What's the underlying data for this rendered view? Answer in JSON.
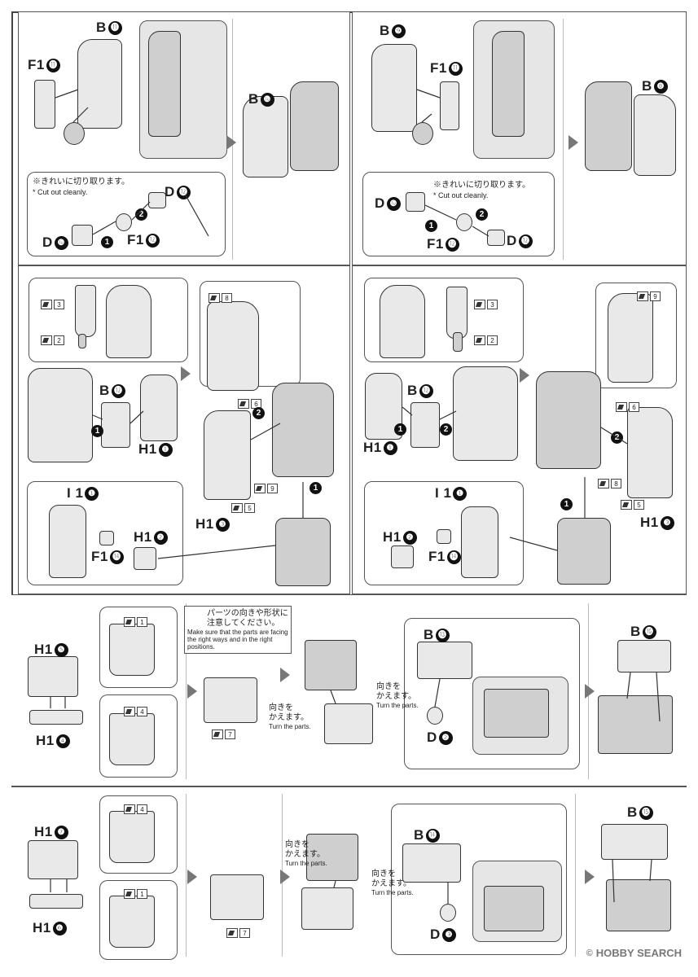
{
  "notes": {
    "cut_jp": "※きれいに切り取ります。",
    "cut_en": "* Cut out cleanly.",
    "caution_jp_1": "パーツの向きや形状に",
    "caution_jp_2": "注意してください。",
    "caution_en": "Make sure that the parts are facing the right ways and in the right positions.",
    "turn_jp": "向きを",
    "turn_jp2": "かえます。",
    "turn_en": "Turn the parts."
  },
  "labels": {
    "p1_b11": "B",
    "p1_b11n": "⓫",
    "p1_f11": "F1",
    "p1_f11n": "⓫",
    "p1_b10": "B",
    "p1_b10n": "❿",
    "p1_d12": "D",
    "p1_d12n": "⓬",
    "p1_d10": "D",
    "p1_d10n": "❿",
    "p1_f12": "F1",
    "p1_f12n": "⓬",
    "p2_b9": "B",
    "p2_b9n": "❾",
    "p2_f11": "F1",
    "p2_f11n": "⓫",
    "p2_b8": "B",
    "p2_b8n": "❽",
    "p2_d10": "D",
    "p2_d10n": "❿",
    "p2_f12": "F1",
    "p2_f12n": "⓬",
    "p2_d12": "D",
    "p2_d12n": "⓬",
    "p3_b12": "B",
    "p3_b12n": "⓬",
    "p3_h11": "H1",
    "p3_h11n": "❶",
    "p3_h13": "H1",
    "p3_h13n": "❸",
    "p3_i11": "I 1",
    "p3_i11n": "❶",
    "p3_h12": "H1",
    "p3_h12n": "❷",
    "p3_f14": "F1",
    "p3_f14n": "⓮",
    "p4_b12": "B",
    "p4_b12n": "⓬",
    "p4_h11": "H1",
    "p4_h11n": "❶",
    "p4_h13": "H1",
    "p4_h13n": "❸",
    "p4_i11": "I 1",
    "p4_i11n": "❶",
    "p4_h12": "H1",
    "p4_h12n": "❷",
    "p4_f14": "F1",
    "p4_f14n": "⓮",
    "p5_h15": "H1",
    "p5_h15n": "❺",
    "p5_h14": "H1",
    "p5_h14n": "❹",
    "p5_b13": "B",
    "p5_b13n": "⓭",
    "p5_d2": "D",
    "p5_d2n": "❷",
    "p5_b16": "B",
    "p5_b16n": "⓰",
    "p6_h17": "H1",
    "p6_h17n": "❼",
    "p6_h16": "H1",
    "p6_h16n": "❻",
    "p6_b14": "B",
    "p6_b14n": "⓮",
    "p6_d3": "D",
    "p6_d3n": "❸",
    "p6_b15": "B",
    "p6_b15n": "⓯"
  },
  "steps": {
    "one": "1",
    "two": "2"
  },
  "stickers": {
    "p3_a": "3",
    "p3_b": "2",
    "p3_c": "8",
    "p3_d": "6",
    "p3_e": "9",
    "p3_f": "5",
    "p4_a": "3",
    "p4_b": "2",
    "p4_c": "9",
    "p4_d": "6",
    "p4_e": "8",
    "p4_f": "5",
    "p5_a": "1",
    "p5_b": "4",
    "p5_c": "7",
    "p6_a": "4",
    "p6_b": "1",
    "p6_c": "7"
  },
  "watermark": {
    "brand": "HOBBY SEARCH",
    "copy": "©"
  }
}
